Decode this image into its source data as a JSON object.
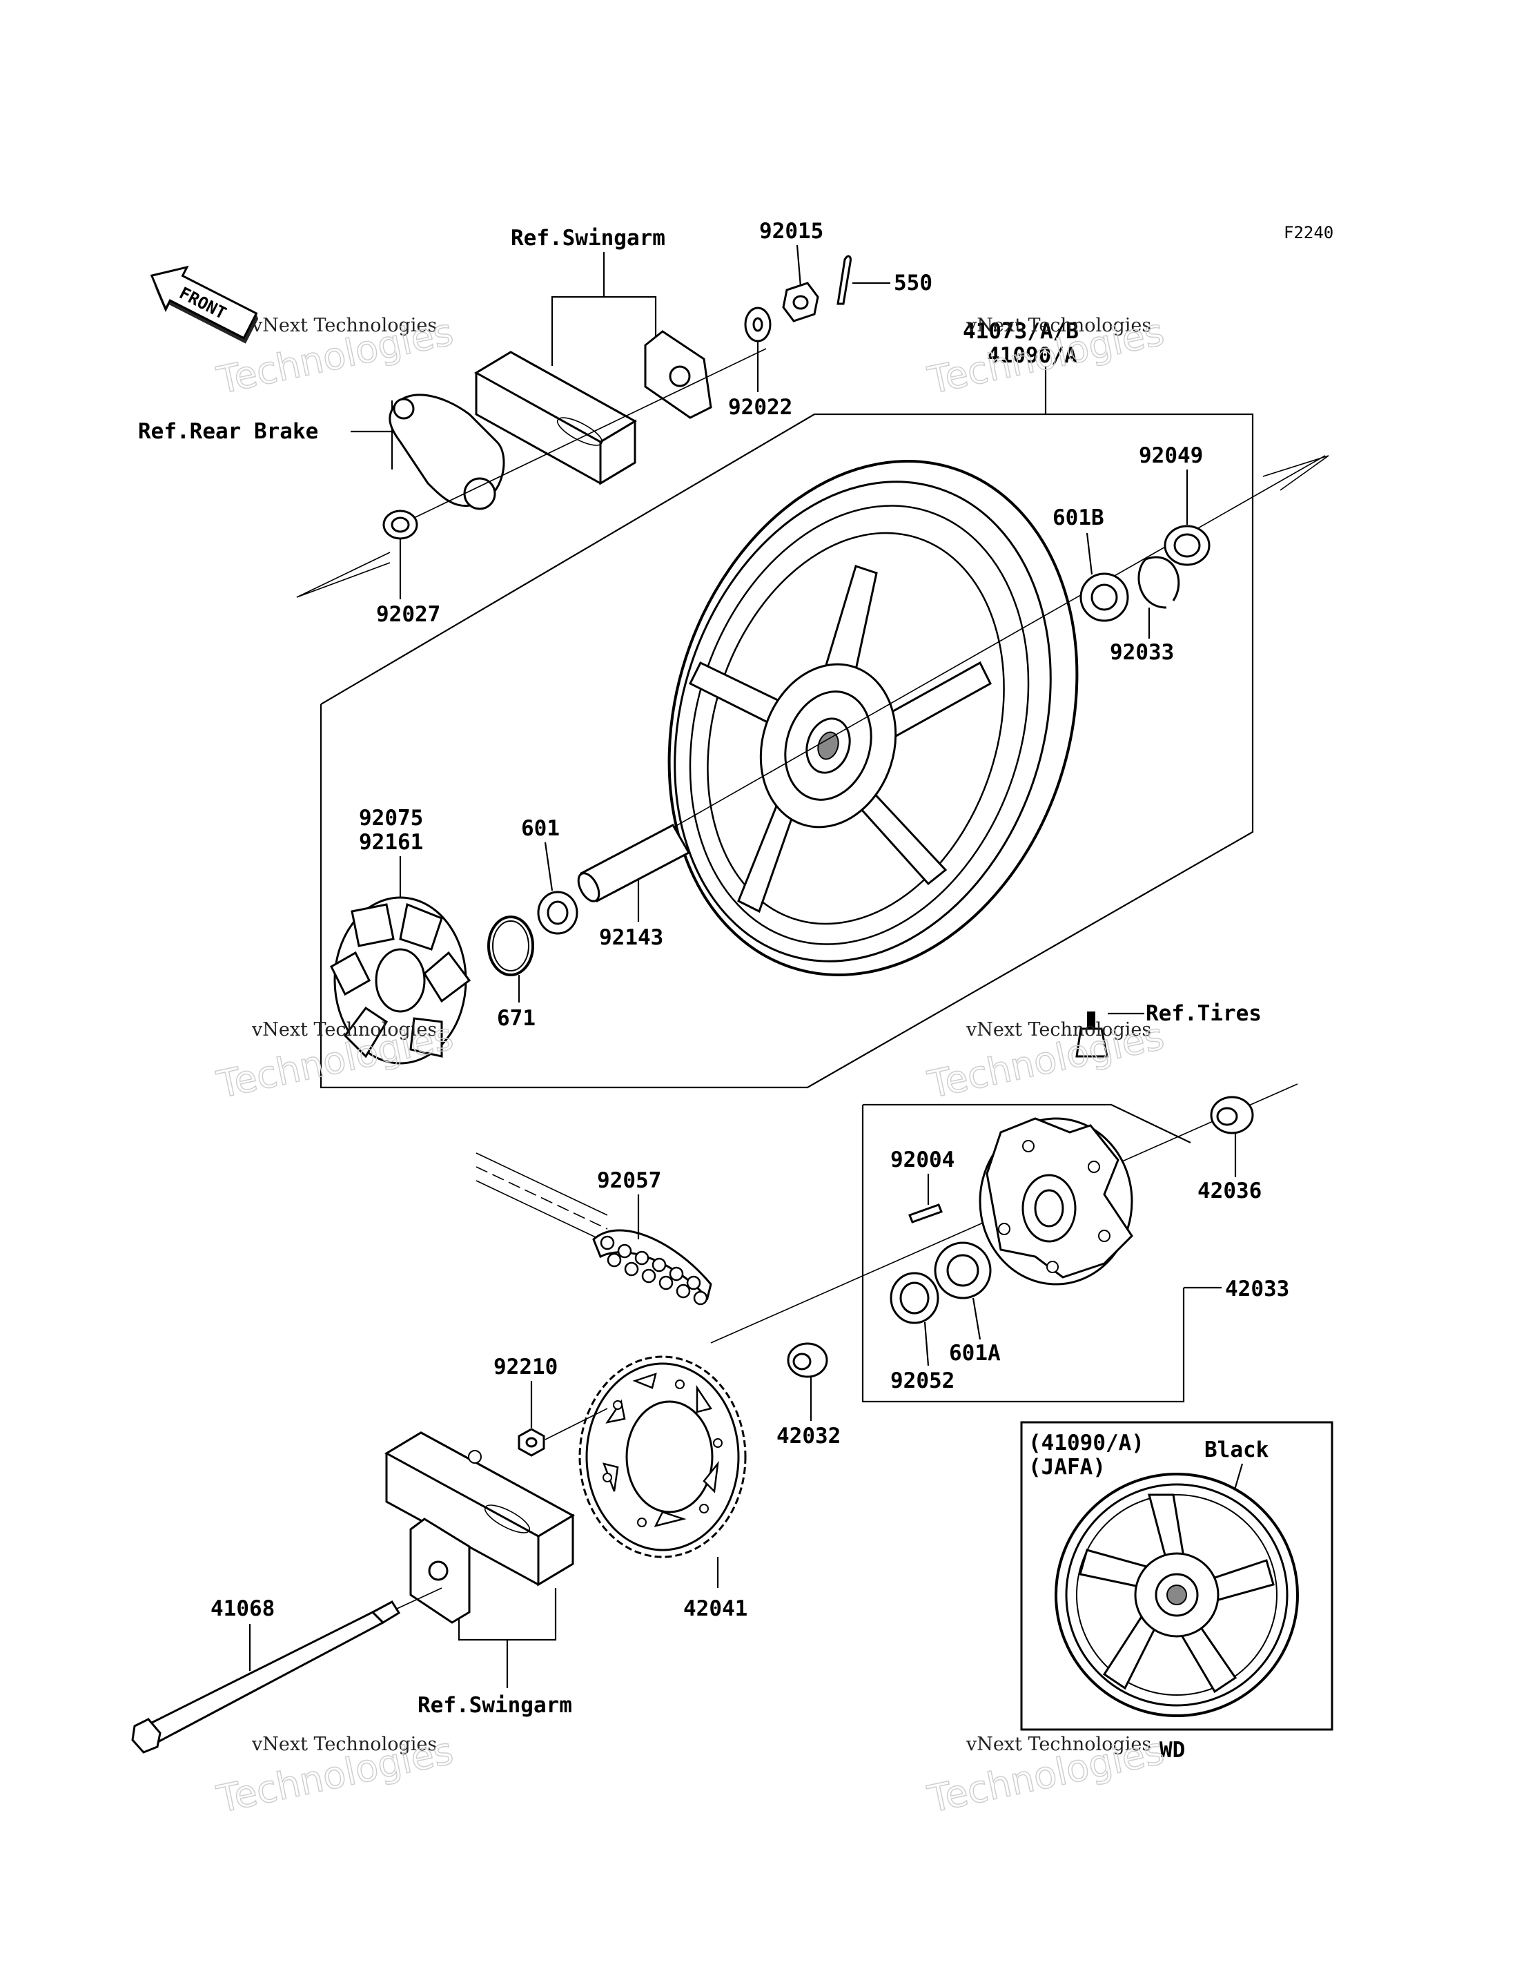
{
  "diagram_code": "F2240",
  "front_arrow": "FRONT",
  "watermark": {
    "line1": "vNext Technologies",
    "line2": "Technologies"
  },
  "labels": {
    "ref_swingarm_top": "Ref.Swingarm",
    "ref_rear_brake": "Ref.Rear Brake",
    "p92015": "92015",
    "p550": "550",
    "p92022": "92022",
    "p41073": "41073/A/B",
    "p41090": "41090/A",
    "p92049": "92049",
    "p601b": "601B",
    "p92033": "92033",
    "p92027": "92027",
    "p92075": "92075",
    "p92161": "92161",
    "p601": "601",
    "p92143": "92143",
    "p671": "671",
    "ref_tires": "Ref.Tires",
    "p92004": "92004",
    "p92057": "92057",
    "p42036": "42036",
    "p42033": "42033",
    "p601a": "601A",
    "p92052": "92052",
    "p92210": "92210",
    "p42032": "42032",
    "p42041": "42041",
    "p41068": "41068",
    "ref_swingarm_bottom": "Ref.Swingarm",
    "inset_code": "(41090/A)",
    "inset_sub": "(JAFA)",
    "inset_color": "Black",
    "inset_suffix": "WD"
  }
}
